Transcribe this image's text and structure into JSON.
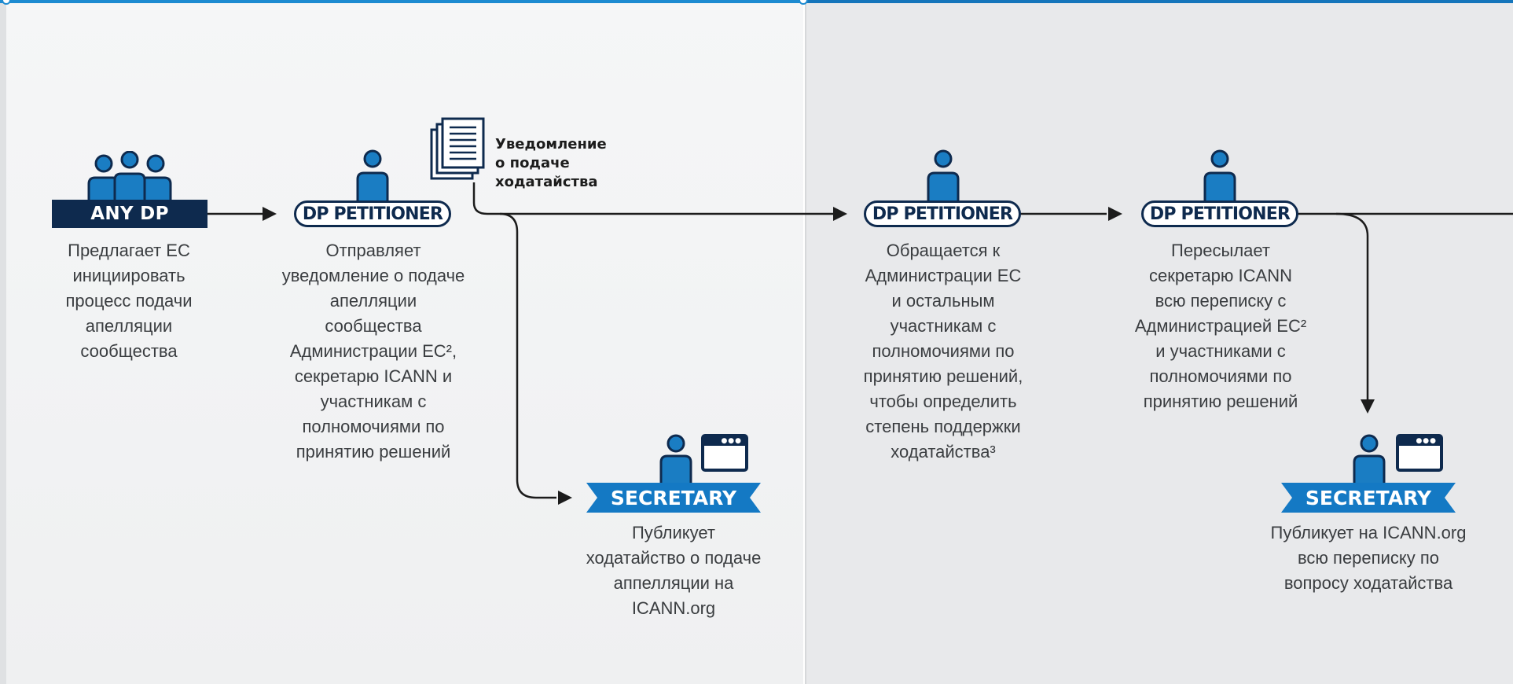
{
  "colors": {
    "navy": "#0e2a4e",
    "person_blue": "#1a7dc3",
    "ribbon_blue": "#1479c4",
    "left_panel_bg": "#f2f3f4",
    "right_panel_bg": "#e8e9eb",
    "accent_top": "#1d8bd1"
  },
  "nodes": {
    "any_dp": {
      "label": "ANY DP",
      "icon": "group-of-three-people-icon",
      "desc": "Предлагает EC\nинициировать\nпроцесс подачи\nапелляции\nсообщества"
    },
    "petitioner_1": {
      "label": "DP PETITIONER",
      "icon": "person-icon",
      "desc": "Отправляет\nуведомление о подаче\nапелляции\nсообщества\nАдминистрации EC²,\nсекретарю ICANN и\nучастникам с\nполномочиями по\nпринятию решений"
    },
    "document": {
      "icon": "document-stack-icon",
      "label": "Уведомление\nо подаче\nходатайства"
    },
    "secretary_1": {
      "label": "SECRETARY",
      "icon": "person-with-browser-icon",
      "desc": "Публикует\nходатайство о подаче\nаппелляции на\nICANN.org"
    },
    "petitioner_2": {
      "label": "DP PETITIONER",
      "icon": "person-icon",
      "desc": "Обращается к\nАдминистрации EC\nи остальным\nучастникам с\nполномочиями по\nпринятию решений,\nчтобы определить\nстепень поддержки\nходатайства³"
    },
    "petitioner_3": {
      "label": "DP PETITIONER",
      "icon": "person-icon",
      "desc": "Пересылает\nсекретарю ICANN\nвсю переписку с\nАдминистрацией EC²\nи участниками с\nполномочиями по\nпринятию решений"
    },
    "secretary_2": {
      "label": "SECRETARY",
      "icon": "person-with-browser-icon",
      "desc": "Публикует на ICANN.org\nвсю переписку по\nвопросу ходатайства"
    }
  }
}
